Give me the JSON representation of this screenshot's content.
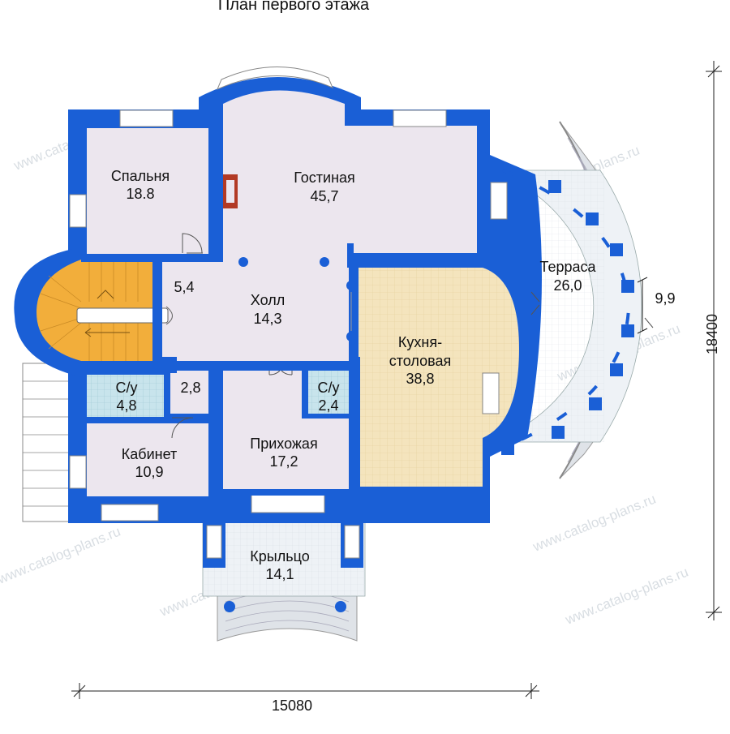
{
  "title": "План первого этажа",
  "dimensions": {
    "width": "15080",
    "depth": "18400",
    "terrace_width": "9,9"
  },
  "rooms": {
    "bedroom": {
      "name": "Спальня",
      "area": "18.8"
    },
    "living": {
      "name": "Гостиная",
      "area": "45,7"
    },
    "hall": {
      "name": "Холл",
      "area": "14,3"
    },
    "stair": {
      "area": "5,4"
    },
    "wc1": {
      "name": "С/у",
      "area": "4,8"
    },
    "corridor": {
      "area": "2,8"
    },
    "study": {
      "name": "Кабинет",
      "area": "10,9"
    },
    "entry": {
      "name": "Прихожая",
      "area": "17,2"
    },
    "wc2": {
      "name": "С/у",
      "area": "2,4"
    },
    "kitchen": {
      "name_line1": "Кухня-",
      "name_line2": "столовая",
      "area": "38,8"
    },
    "terrace": {
      "name": "Терраса",
      "area": "26,0"
    },
    "porch": {
      "name": "Крыльцо",
      "area": "14,1"
    }
  },
  "watermark": "www.catalog-plans.ru",
  "colors": {
    "wall": "#1a5fd6",
    "floor": "#ece6ee",
    "kitchen_floor": "#f4e4bd",
    "stair": "#f2ae3b",
    "tile": "#c8e4ec",
    "terrace_floor": "#eef2f6"
  }
}
